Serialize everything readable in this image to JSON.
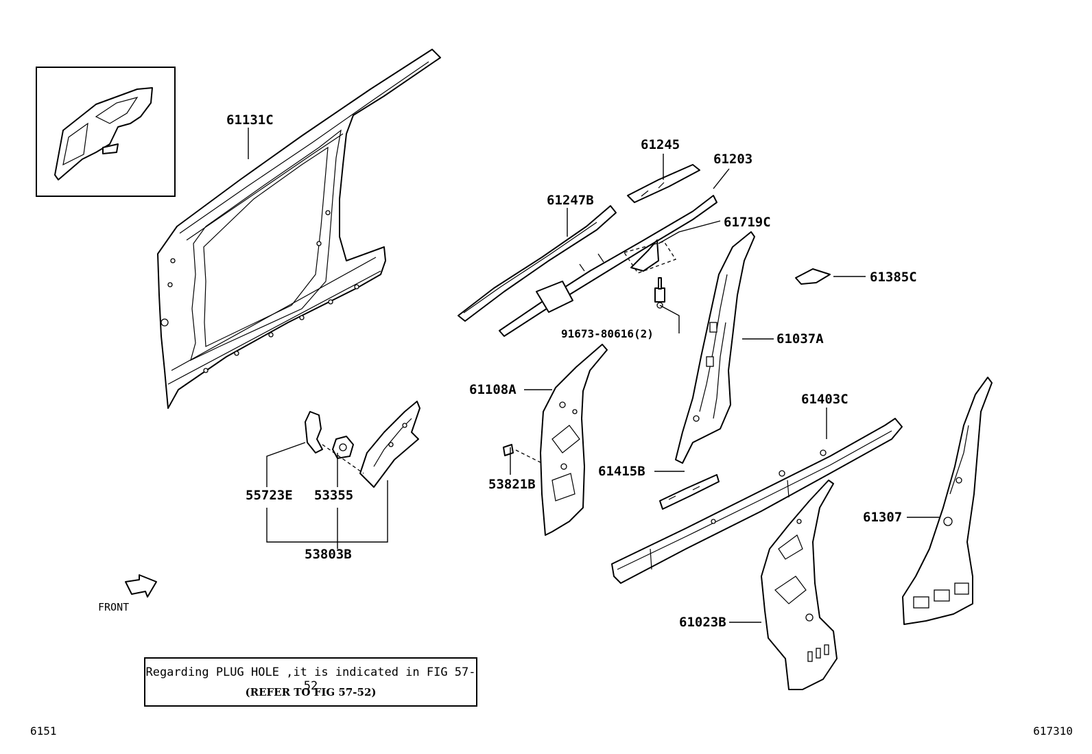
{
  "parts": {
    "p61131C": "61131C",
    "p61245": "61245",
    "p61203": "61203",
    "p61247B": "61247B",
    "p61719C": "61719C",
    "p61385C": "61385C",
    "p91673": "91673-80616(2)",
    "p61037A": "61037A",
    "p61108A": "61108A",
    "p61403C": "61403C",
    "p53821B": "53821B",
    "p61415B": "61415B",
    "p55723E": "55723E",
    "p53355": "53355",
    "p53803B": "53803B",
    "p61307": "61307",
    "p61023B": "61023B"
  },
  "front_label": "FRONT",
  "note": {
    "line1": "Regarding PLUG HOLE ,it is indicated in FIG 57-52",
    "line2": "(REFER TO FIG 57-52)"
  },
  "footer": {
    "left_code": "6151",
    "right_code": "617310"
  }
}
